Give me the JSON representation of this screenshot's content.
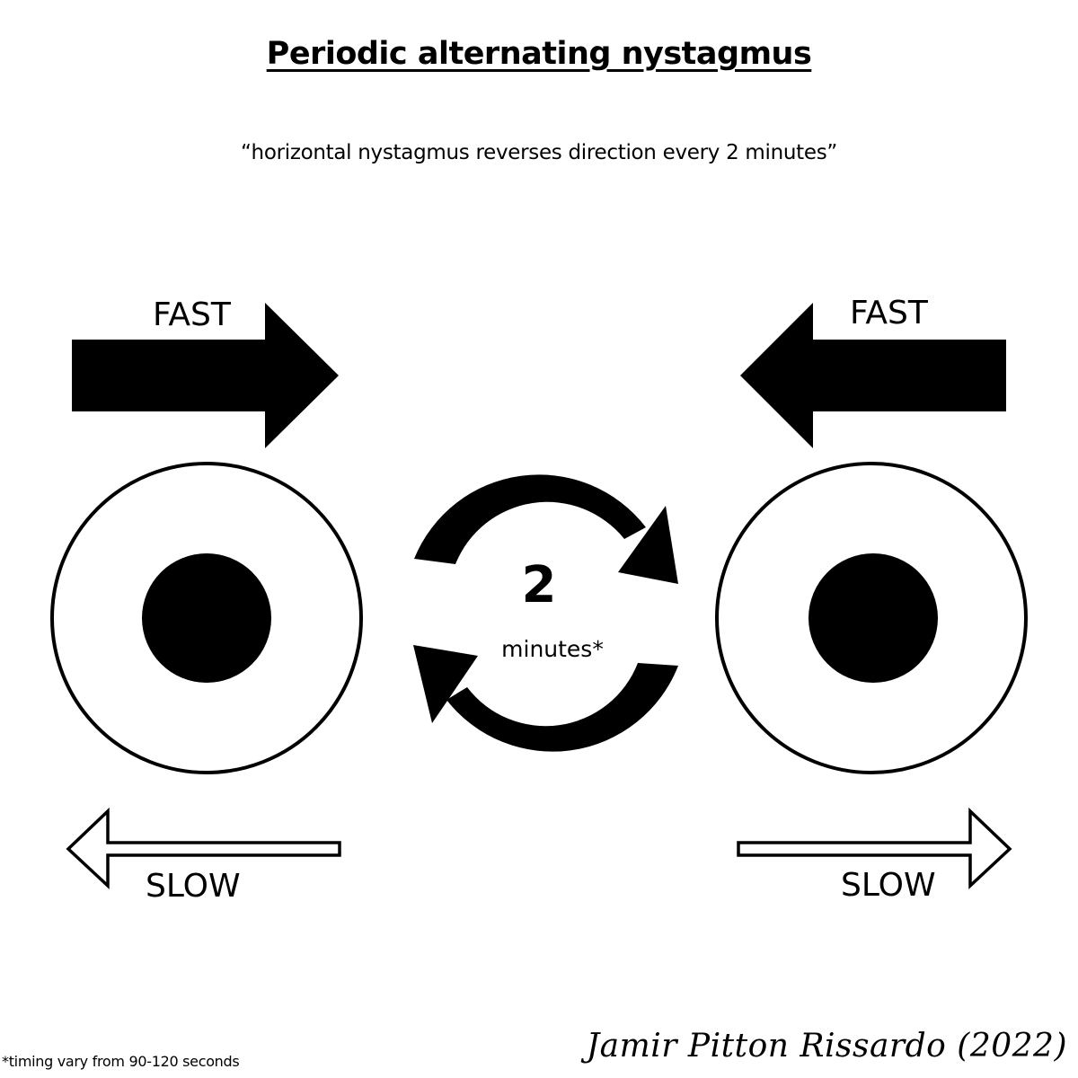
{
  "title": "Periodic alternating nystagmus",
  "subtitle": "“horizontal nystagmus reverses direction every 2 minutes”",
  "left_eye": {
    "fast_label": "FAST",
    "slow_label": "SLOW"
  },
  "right_eye": {
    "fast_label": "FAST",
    "slow_label": "SLOW"
  },
  "cycle": {
    "number": "2",
    "unit": "minutes*",
    "icon": "cycle-arrows-icon"
  },
  "footnote": "*timing vary from 90-120 seconds",
  "signature": "Jamir Pitton Rissardo (2022)",
  "colors": {
    "ink": "#000000",
    "background": "#ffffff"
  }
}
